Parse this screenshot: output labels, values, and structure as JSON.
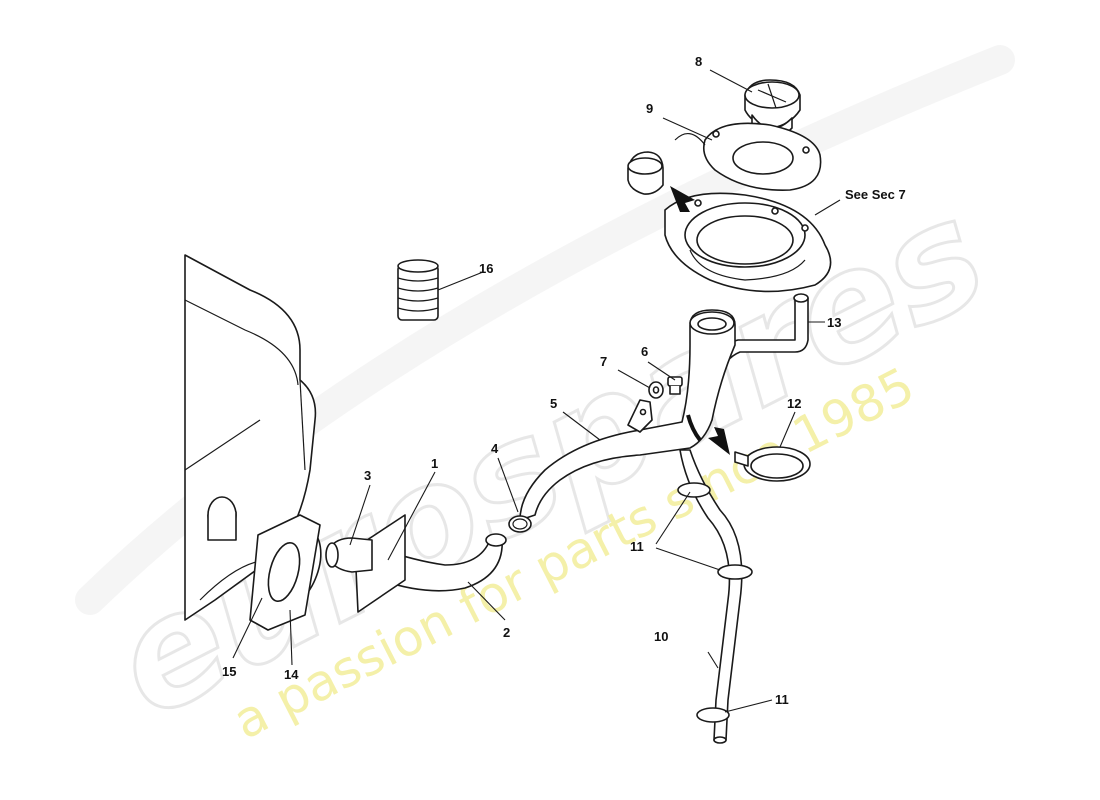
{
  "watermark": {
    "brand": "eurospares",
    "tagline": "a passion for parts since 1985",
    "brand_color": "#e6e6e6",
    "tagline_color": "#f3efa0"
  },
  "callouts": {
    "c1": "1",
    "c2": "2",
    "c3": "3",
    "c4": "4",
    "c5": "5",
    "c6": "6",
    "c7": "7",
    "c8": "8",
    "c9": "9",
    "c10": "10",
    "c11a": "11",
    "c11b": "11",
    "c12": "12",
    "c13": "13",
    "c14": "14",
    "c15": "15",
    "c16": "16",
    "see_sec": "See Sec 7"
  },
  "colors": {
    "line": "#1a1a1a",
    "fill": "#ffffff"
  }
}
